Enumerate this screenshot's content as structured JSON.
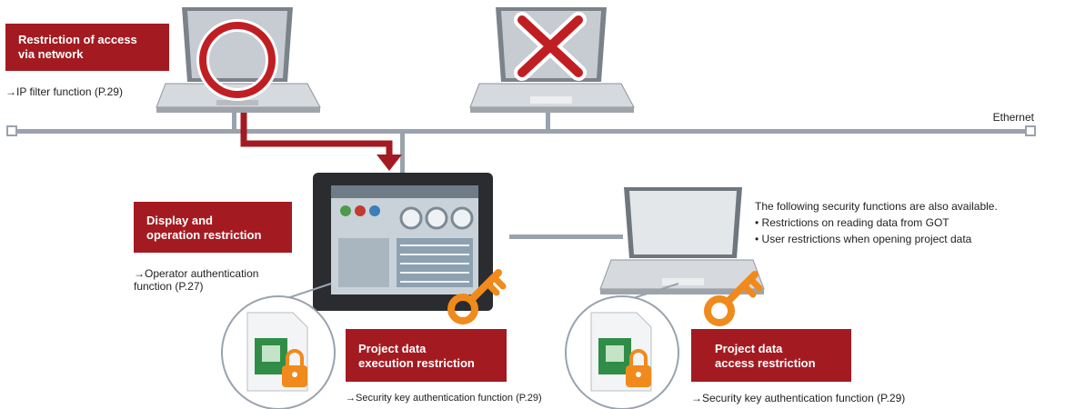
{
  "network": {
    "label": "Ethernet"
  },
  "restrictions": [
    {
      "title": "Restriction of access\nvia network",
      "ref": "→IP filter function (P.29)"
    },
    {
      "title": "Display and\noperation restriction",
      "ref": "→Operator authentication\nfunction (P.27)"
    },
    {
      "title": "Project data\nexecution restriction",
      "ref": "→Security key authentication function (P.29)"
    },
    {
      "title": "Project data\naccess restriction",
      "ref": "→Security key authentication function (P.29)"
    }
  ],
  "additional": {
    "intro": "The following security functions are also available.",
    "items": [
      "• Restrictions on reading data from GOT",
      "• User restrictions when opening project data"
    ]
  },
  "colors": {
    "accent": "#a31b21",
    "key": "#f08a1c",
    "line": "#9aa3ad",
    "ok_ring": "#c01e23",
    "ng_cross": "#c01e23"
  },
  "icons": [
    "laptop-allowed-icon",
    "circle-ok-icon",
    "laptop-denied-icon",
    "cross-ng-icon",
    "got-panel-icon",
    "laptop-pc-icon",
    "key-icon",
    "project-file-lock-icon"
  ]
}
